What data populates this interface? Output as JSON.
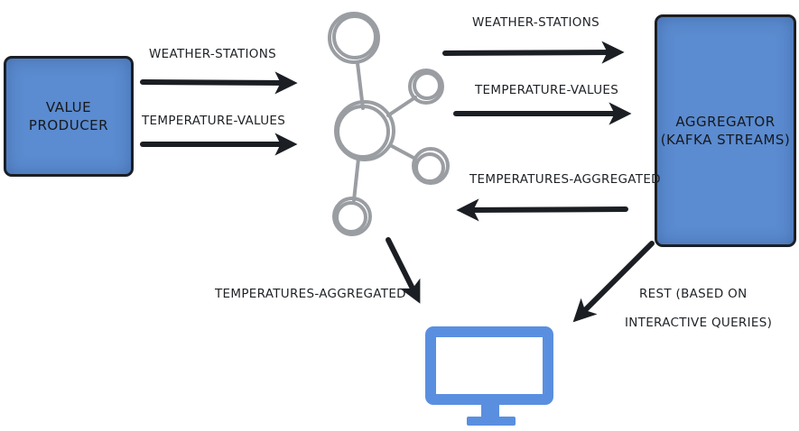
{
  "producer": {
    "line1": "VALUE",
    "line2": "PRODUCER"
  },
  "aggregator": {
    "line1": "AGGREGATOR",
    "line2": "(KAFKA STREAMS)"
  },
  "edges": {
    "producer_weather": "WEATHER-STATIONS",
    "producer_temperature": "TEMPERATURE-VALUES",
    "kafka_weather": "WEATHER-STATIONS",
    "kafka_temperature": "TEMPERATURE-VALUES",
    "aggregated_back": "TEMPERATURES-AGGREGATED",
    "aggregated_monitor": "TEMPERATURES-AGGREGATED",
    "rest_line1": "REST (BASED ON",
    "rest_line2": "INTERACTIVE QUERIES)"
  },
  "colors": {
    "box_fill": "#5b8bd0",
    "monitor": "#5a8fe0",
    "kafka_icon": "#9a9da2",
    "arrow": "#1b1f24"
  },
  "icons": {
    "broker": "kafka-cluster-icon",
    "client": "monitor-icon"
  }
}
